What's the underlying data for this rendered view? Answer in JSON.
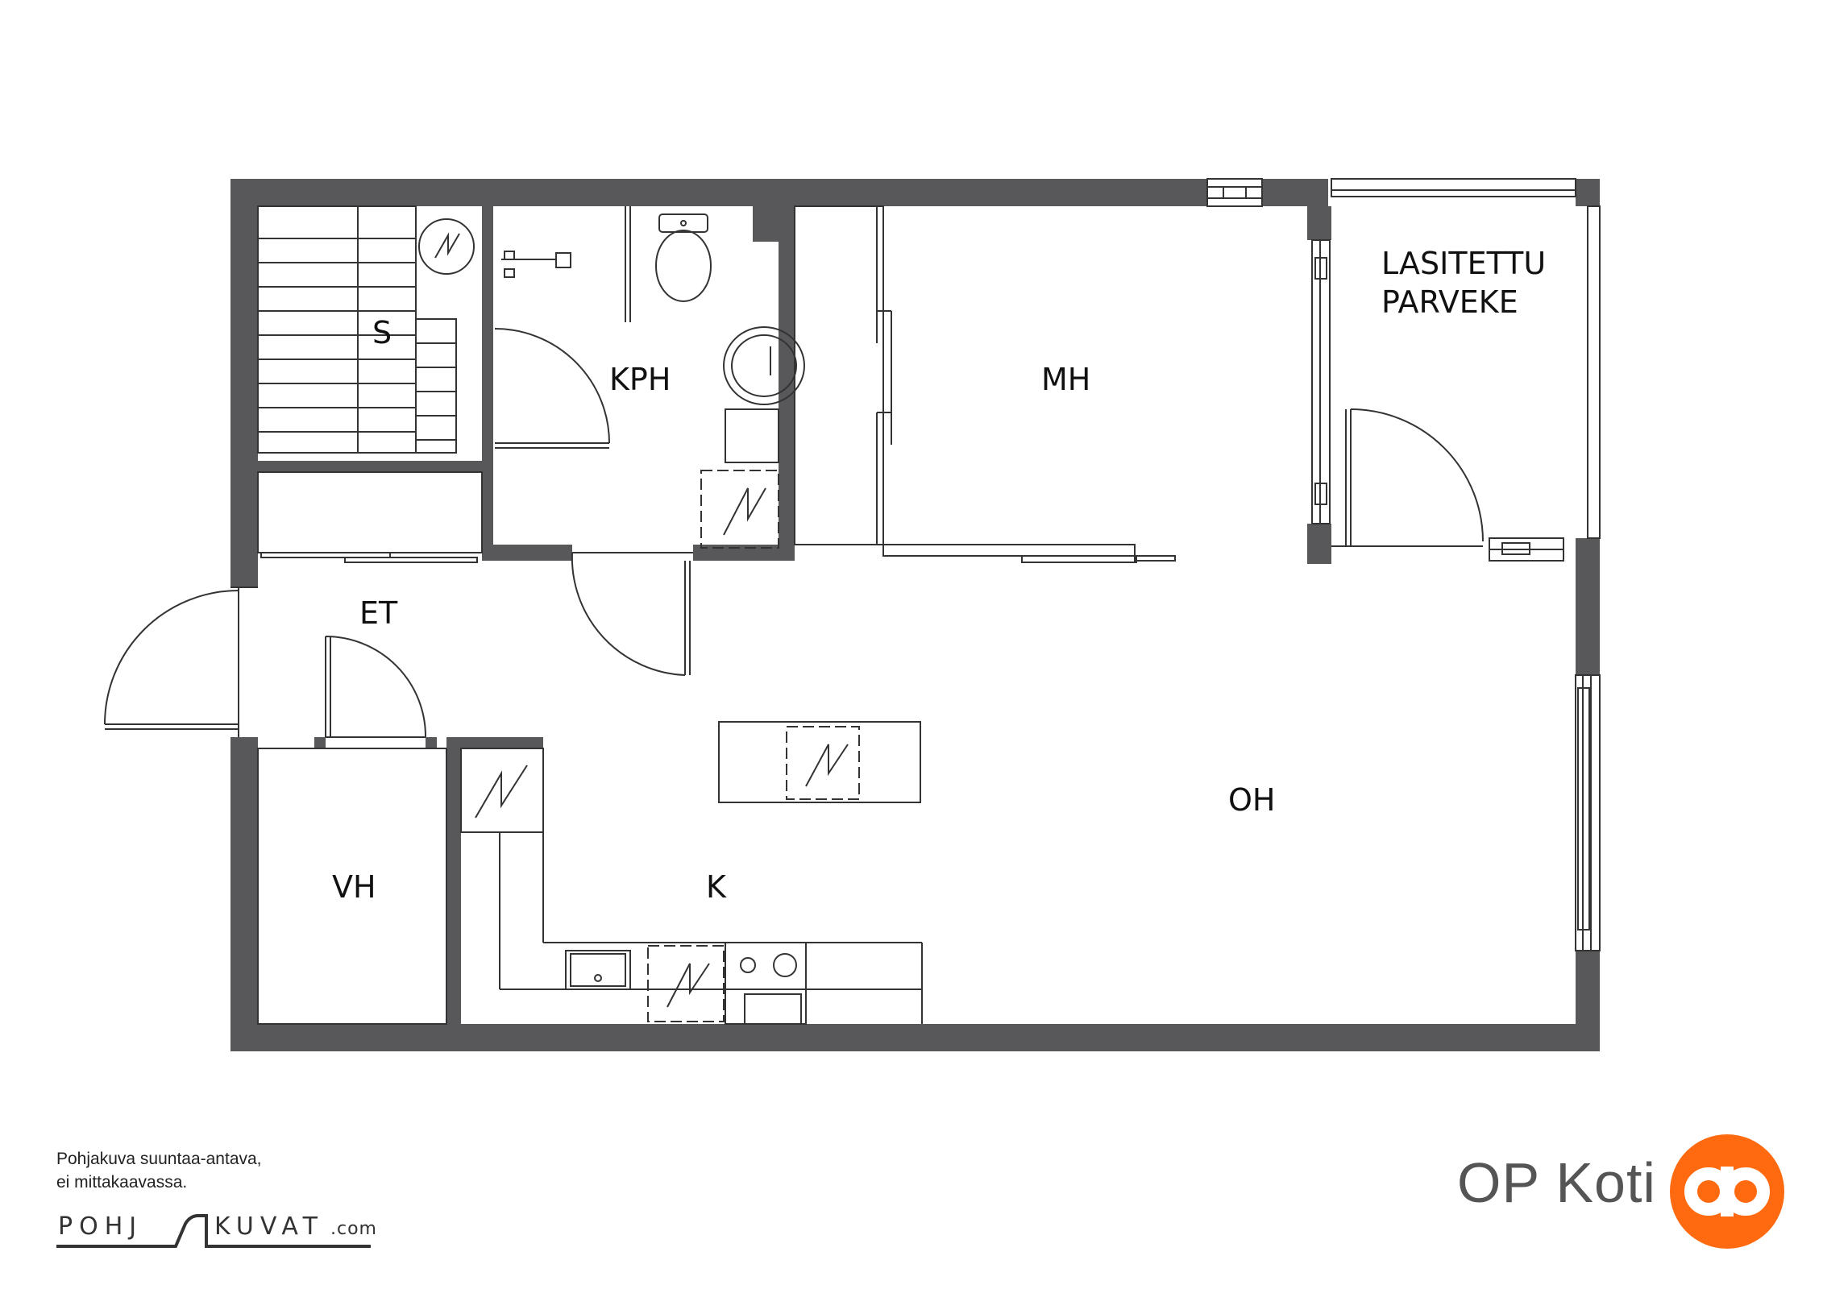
{
  "rooms": {
    "s": "S",
    "kph": "KPH",
    "mh": "MH",
    "parveke_line1": "LASITETTU",
    "parveke_line2": "PARVEKE",
    "et": "ET",
    "oh": "OH",
    "vh": "VH",
    "k": "K"
  },
  "note": {
    "line1": "Pohjakuva suuntaa-antava,",
    "line2": "ei mittakaavassa."
  },
  "pohjakuvat_logo": {
    "left": "POHJ",
    "right": "KUVAT",
    "suffix": ".com"
  },
  "brand": {
    "name": "OP Koti",
    "accent_color": "#ff6a10",
    "icon": "op-logo-icon"
  },
  "colors": {
    "wall": "#58585a",
    "line": "#333333"
  }
}
